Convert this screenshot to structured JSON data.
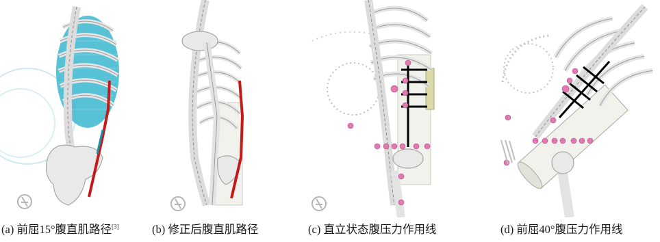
{
  "figure": {
    "panels": [
      {
        "id": "a",
        "caption_prefix": "(a) 前屈15°腹直肌路径",
        "caption_ref": "[3]"
      },
      {
        "id": "b",
        "caption_prefix": "(b) 修正后腹直肌路径",
        "caption_ref": ""
      },
      {
        "id": "c",
        "caption_prefix": "(c) 直立状态腹压力作用线",
        "caption_ref": ""
      },
      {
        "id": "d",
        "caption_prefix": "(d) 前屈40°腹压力作用线",
        "caption_ref": ""
      }
    ],
    "colors": {
      "bone": "#e6e6e6",
      "bone_outline": "#9a9a9a",
      "lung": "#39b6cf",
      "muscle_path": "#c41a1a",
      "marker": "#e07ab0",
      "force_line": "#000000",
      "cylinder": "#f2f2ec",
      "watermark": "#b5b5b5"
    }
  }
}
